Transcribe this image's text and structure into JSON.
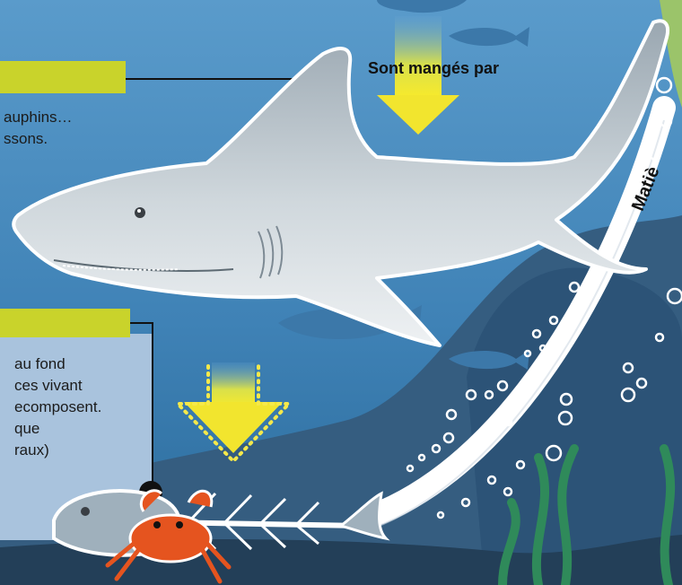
{
  "labels": {
    "eaten_by": "Sont mangés par",
    "matter_fragment": "Matiè"
  },
  "top_card": {
    "line1": "auphins…",
    "line2": "ssons."
  },
  "bottom_card": {
    "line1": "au fond",
    "line2": "ces vivant",
    "line3": "ecomposent.",
    "line4": "que",
    "line5": "raux)"
  },
  "colors": {
    "ocean": "#4f8fc0",
    "label_bar": "#c9d32b",
    "card_bg": "#a9c3dd",
    "arrow_yellow": "#f0e63a",
    "shark": "#c7d0d6",
    "crab": "#e5541f",
    "seabed": "#2d4a63"
  }
}
